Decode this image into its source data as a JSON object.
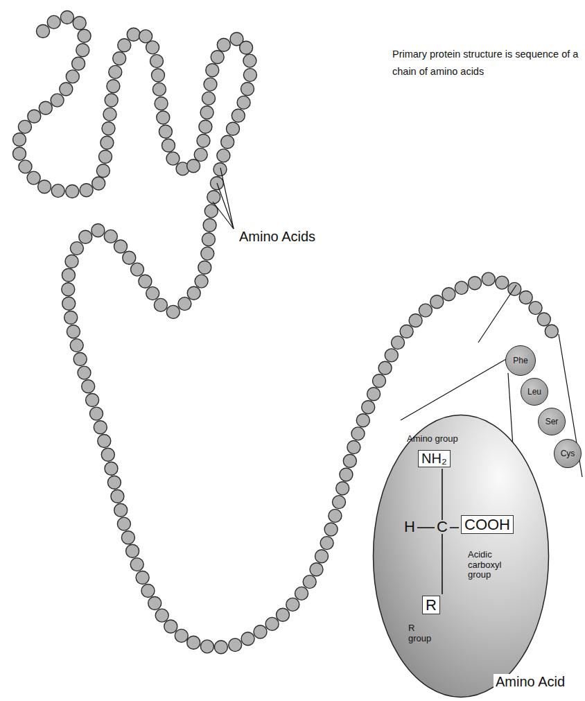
{
  "diagram": {
    "title": "Primary protein structure is sequence of a chain of amino acids",
    "nodes": [
      {
        "text": [
          "Phe"
        ]
      },
      {
        "text": [
          "Leu"
        ]
      },
      {
        "text": [
          "Ser"
        ]
      },
      {
        "text": [
          "Cys"
        ]
      },
      {
        "text": [
          "Amino group",
          "H",
          "C",
          "Acidic carboxyl group",
          "R group"
        ]
      },
      {
        "text": [
          "NH₂"
        ],
        "in": 4
      },
      {
        "text": [
          "COOH"
        ],
        "in": 4
      },
      {
        "text": [
          "R"
        ],
        "in": 4
      }
    ],
    "labels": [
      "Amino Acids",
      "Amino Acid"
    ]
  }
}
